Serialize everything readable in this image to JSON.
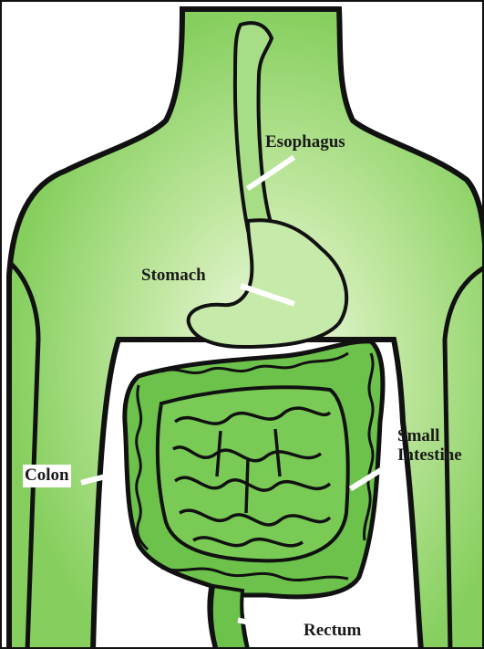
{
  "figure": {
    "colors": {
      "body_fill": "#8cd466",
      "body_center": "#e8f6da",
      "organ_fill": "#6cc24a",
      "outline": "#111111",
      "pointer": "#ffffff"
    }
  },
  "labels": {
    "esophagus": "Esophagus",
    "stomach": "Stomach",
    "small_intestine_line1": "Small",
    "small_intestine_line2": "Intestine",
    "colon": "Colon",
    "rectum": "Rectum"
  }
}
